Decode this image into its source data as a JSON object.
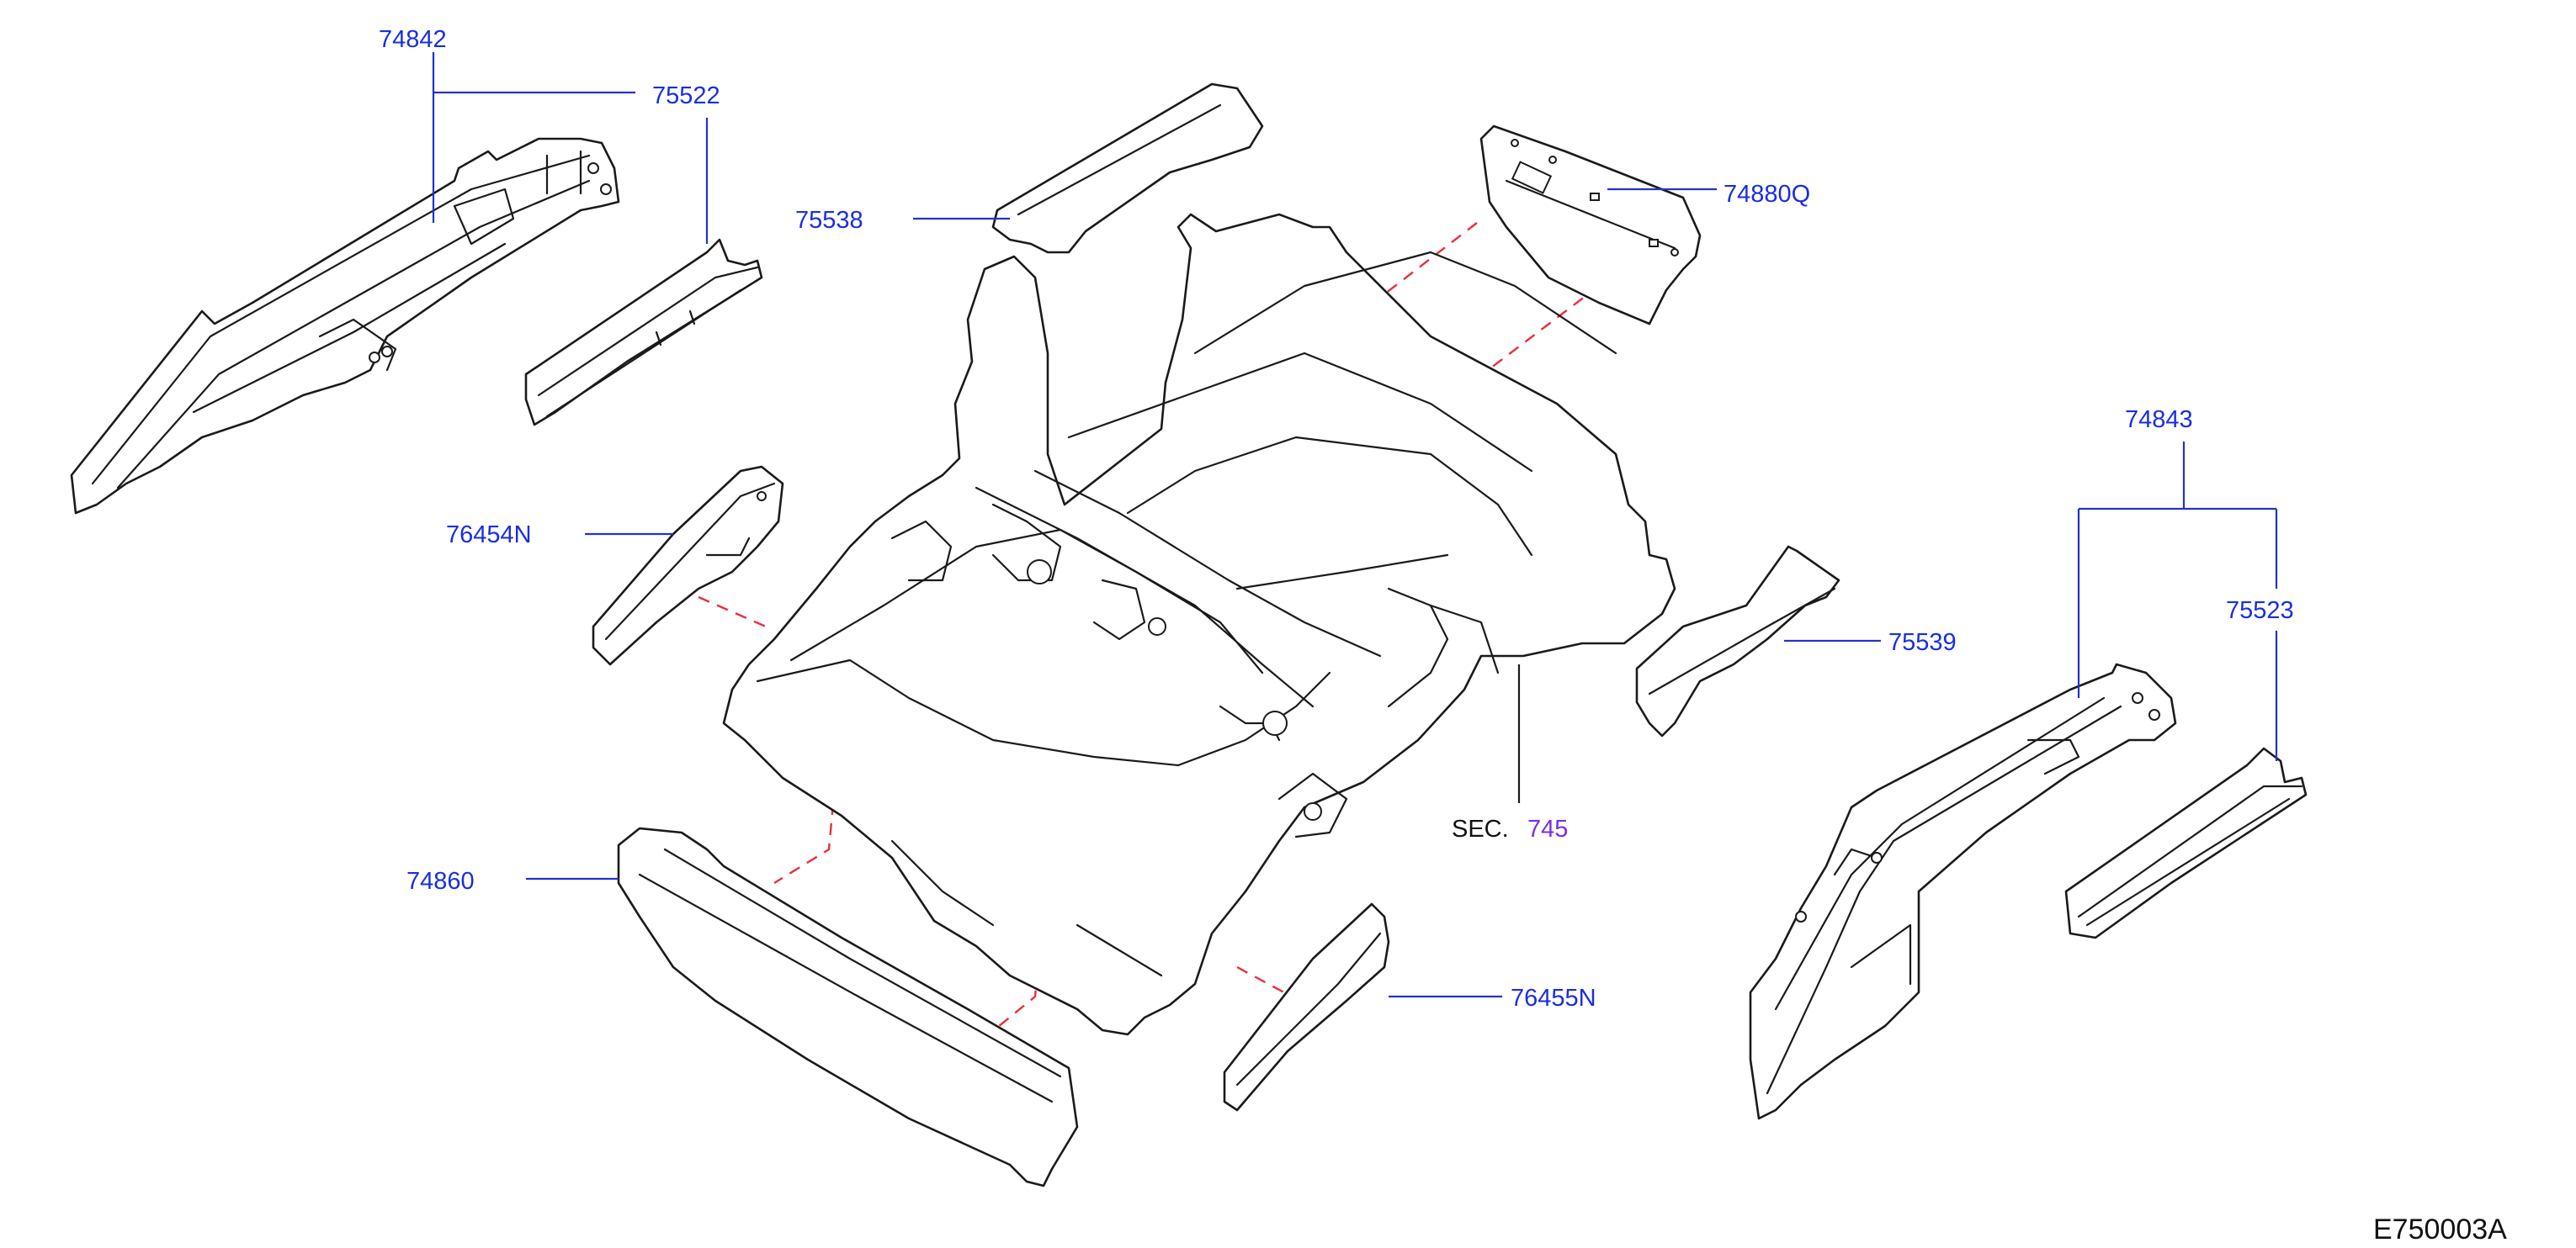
{
  "diagram": {
    "parts": [
      {
        "id": "p74842",
        "label": "74842"
      },
      {
        "id": "p75522",
        "label": "75522"
      },
      {
        "id": "p75538",
        "label": "75538"
      },
      {
        "id": "p74880Q",
        "label": "74880Q"
      },
      {
        "id": "p76454N",
        "label": "76454N"
      },
      {
        "id": "p74860",
        "label": "74860"
      },
      {
        "id": "p76455N",
        "label": "76455N"
      },
      {
        "id": "p75539",
        "label": "75539"
      },
      {
        "id": "p74843",
        "label": "74843"
      },
      {
        "id": "p75523",
        "label": "75523"
      }
    ],
    "section_ref": {
      "prefix": "SEC.",
      "number": "745"
    },
    "diagram_code": "E750003A",
    "colors": {
      "part_number": "#1a2ee0",
      "section_number": "#7a2fe0",
      "assembly_guide": "#e8303a",
      "linework": "#1a1a1a"
    }
  }
}
